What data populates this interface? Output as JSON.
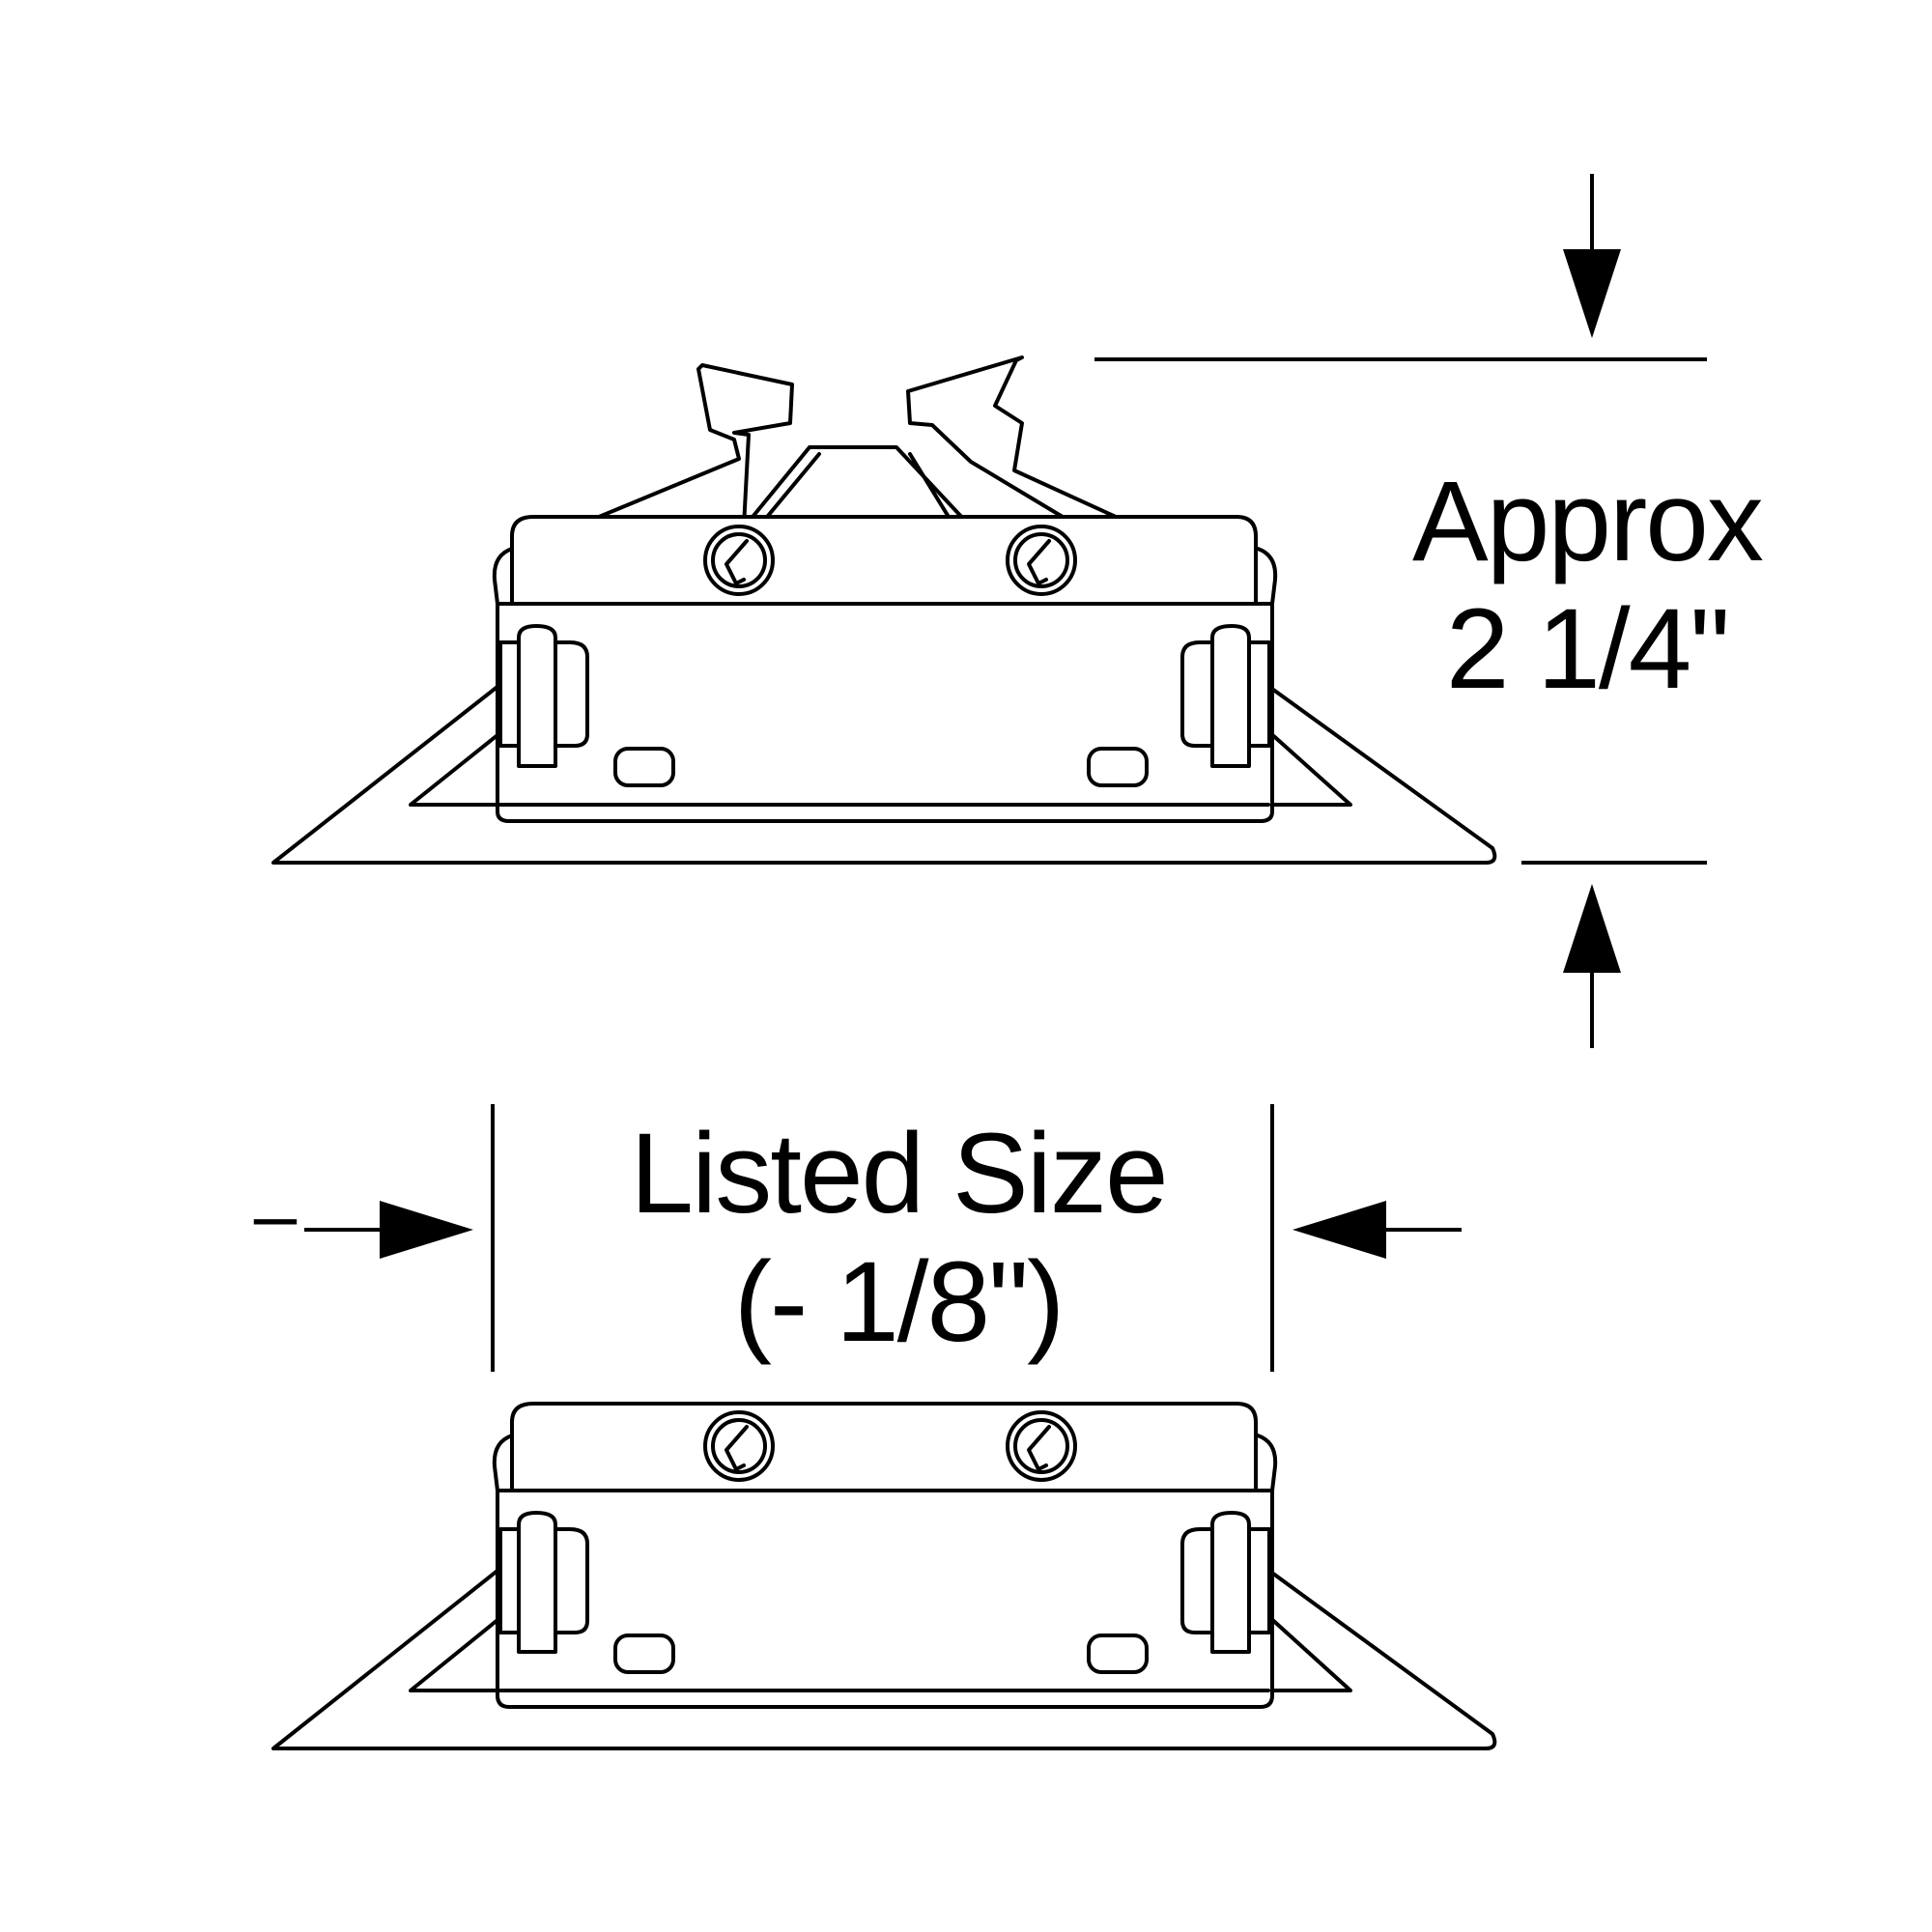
{
  "height_dimension": {
    "line1": "Approx",
    "line2": "2 1/4\""
  },
  "width_dimension": {
    "line1": "Listed Size",
    "line2": "(- 1/8\")",
    "dash": "–"
  },
  "colors": {
    "line": "#000000",
    "background": "#ffffff"
  }
}
